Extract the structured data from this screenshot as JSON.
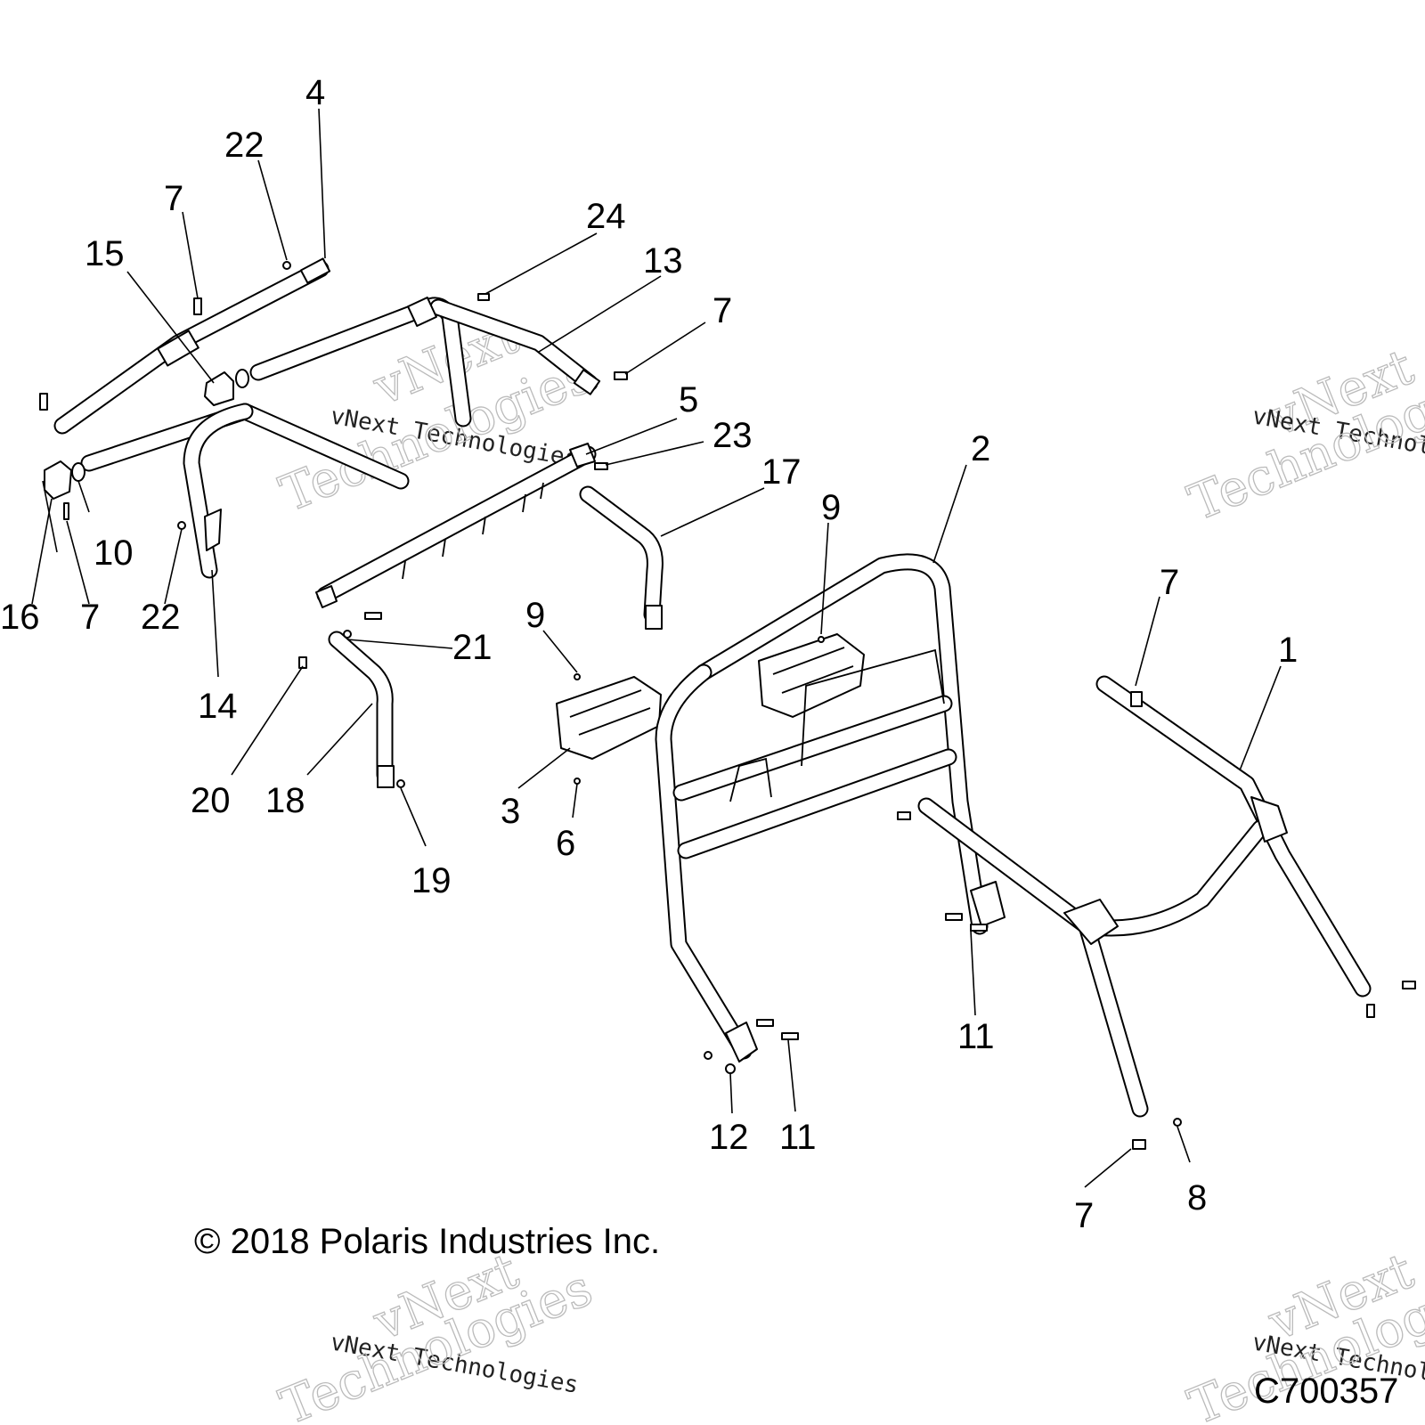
{
  "callouts": [
    "1",
    "2",
    "3",
    "4",
    "5",
    "6",
    "7",
    "8",
    "9",
    "10",
    "11",
    "12",
    "13",
    "14",
    "15",
    "16",
    "17",
    "18",
    "19",
    "20",
    "21",
    "22",
    "23",
    "24"
  ],
  "watermark": {
    "line1": "vNext",
    "line2": "vNext Technologies",
    "line3": "Technologies"
  },
  "copyright": "© 2018 Polaris Industries Inc.",
  "diagram_code": "C700357"
}
